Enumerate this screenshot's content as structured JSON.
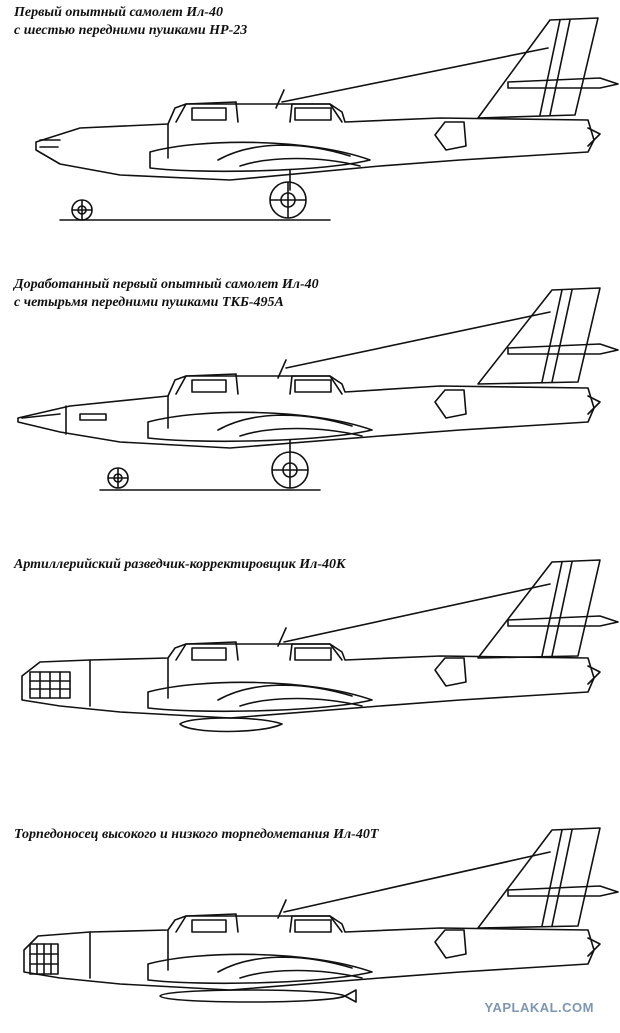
{
  "variants": [
    {
      "caption_lines": [
        "Первый опытный самолет Ил-40",
        "с шестью передними пушками НР-23"
      ],
      "nose": "gun-nose"
    },
    {
      "caption_lines": [
        "Доработанный первый опытный самолет Ил-40",
        "с четырьмя  передними пушками ТКБ-495А"
      ],
      "nose": "pointed-gun-nose"
    },
    {
      "caption_lines": [
        "Артиллерийский разведчик-корректировщик Ил-40К"
      ],
      "nose": "glazed-nose"
    },
    {
      "caption_lines": [
        "Торпедоносец высокого и низкого торпедометания Ил-40Т"
      ],
      "nose": "glazed-nose"
    }
  ],
  "watermark": "YAPLAKAL.COM",
  "colors": {
    "ink": "#111111",
    "watermark": "#7d96b1"
  }
}
